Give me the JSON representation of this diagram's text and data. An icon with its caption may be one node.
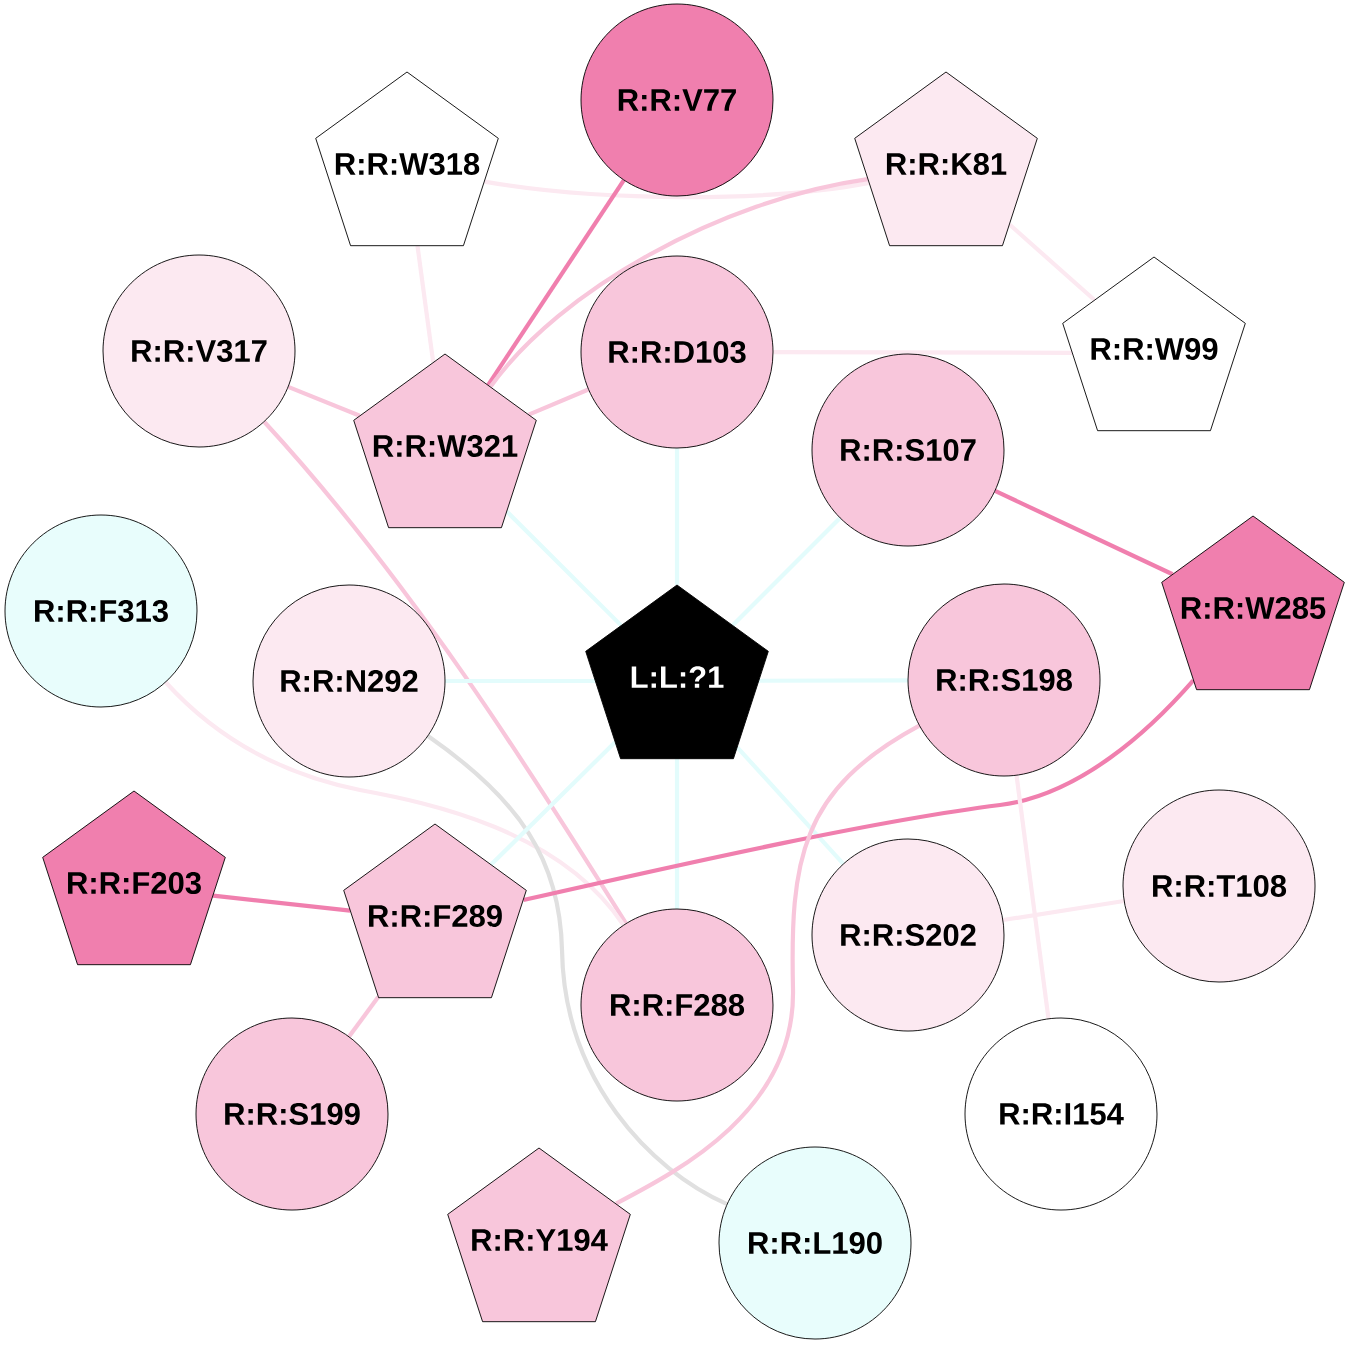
{
  "diagram": {
    "nodes": [
      {
        "text": [
          "R:R:V77"
        ]
      },
      {
        "text": [
          "R:R:W318"
        ]
      },
      {
        "text": [
          "R:R:K81"
        ]
      },
      {
        "text": [
          "R:R:V317"
        ]
      },
      {
        "text": [
          "R:R:D103"
        ]
      },
      {
        "text": [
          "R:R:W99"
        ]
      },
      {
        "text": [
          "R:R:W321"
        ]
      },
      {
        "text": [
          "R:R:S107"
        ]
      },
      {
        "text": [
          "R:R:F313"
        ]
      },
      {
        "text": [
          "R:R:N292"
        ]
      },
      {
        "text": [
          "L:L:?1"
        ]
      },
      {
        "text": [
          "R:R:S198"
        ]
      },
      {
        "text": [
          "R:R:W285"
        ]
      },
      {
        "text": [
          "R:R:F203"
        ]
      },
      {
        "text": [
          "R:R:F289"
        ]
      },
      {
        "text": [
          "R:R:S202"
        ]
      },
      {
        "text": [
          "R:R:T108"
        ]
      },
      {
        "text": [
          "R:R:F288"
        ]
      },
      {
        "text": [
          "R:R:S199"
        ]
      },
      {
        "text": [
          "R:R:I154"
        ]
      },
      {
        "text": [
          "R:R:Y194"
        ]
      },
      {
        "text": [
          "R:R:L190"
        ]
      }
    ],
    "edges": [
      {
        "from": 1,
        "to": 2,
        "arrow": "none",
        "color": "#fce9f1"
      },
      {
        "from": 0,
        "to": 6,
        "arrow": "none",
        "color": "#f07fae"
      },
      {
        "from": 2,
        "to": 6,
        "arrow": "none",
        "color": "#f8c6db"
      },
      {
        "from": 2,
        "to": 5,
        "arrow": "none",
        "color": "#fce9f1"
      },
      {
        "from": 1,
        "to": 6,
        "arrow": "none",
        "color": "#fce9f1"
      },
      {
        "from": 3,
        "to": 6,
        "arrow": "none",
        "color": "#f8c6db"
      },
      {
        "from": 4,
        "to": 6,
        "arrow": "none",
        "color": "#f8c6db"
      },
      {
        "from": 4,
        "to": 5,
        "arrow": "none",
        "color": "#fce9f1"
      },
      {
        "from": 3,
        "to": 17,
        "arrow": "none",
        "color": "#f8c6db"
      },
      {
        "from": 6,
        "to": 10,
        "arrow": "none",
        "color": "#e3fcfc"
      },
      {
        "from": 4,
        "to": 10,
        "arrow": "none",
        "color": "#e3fcfc"
      },
      {
        "from": 7,
        "to": 10,
        "arrow": "none",
        "color": "#e3fcfc"
      },
      {
        "from": 7,
        "to": 12,
        "arrow": "none",
        "color": "#f07fae"
      },
      {
        "from": 9,
        "to": 10,
        "arrow": "none",
        "color": "#e3fcfc"
      },
      {
        "from": 10,
        "to": 11,
        "arrow": "none",
        "color": "#e3fcfc"
      },
      {
        "from": 8,
        "to": 17,
        "arrow": "none",
        "color": "#fce9f1"
      },
      {
        "from": 9,
        "to": 21,
        "arrow": "none",
        "color": "#e0e0e0"
      },
      {
        "from": 10,
        "to": 14,
        "arrow": "none",
        "color": "#e3fcfc"
      },
      {
        "from": 10,
        "to": 17,
        "arrow": "none",
        "color": "#e3fcfc"
      },
      {
        "from": 10,
        "to": 15,
        "arrow": "none",
        "color": "#e3fcfc"
      },
      {
        "from": 12,
        "to": 14,
        "arrow": "none",
        "color": "#f07fae"
      },
      {
        "from": 13,
        "to": 14,
        "arrow": "none",
        "color": "#f07fae"
      },
      {
        "from": 11,
        "to": 20,
        "arrow": "none",
        "color": "#f8c6db"
      },
      {
        "from": 11,
        "to": 19,
        "arrow": "none",
        "color": "#fce9f1"
      },
      {
        "from": 15,
        "to": 16,
        "arrow": "none",
        "color": "#fce9f1"
      },
      {
        "from": 14,
        "to": 18,
        "arrow": "none",
        "color": "#f8c6db"
      }
    ]
  }
}
